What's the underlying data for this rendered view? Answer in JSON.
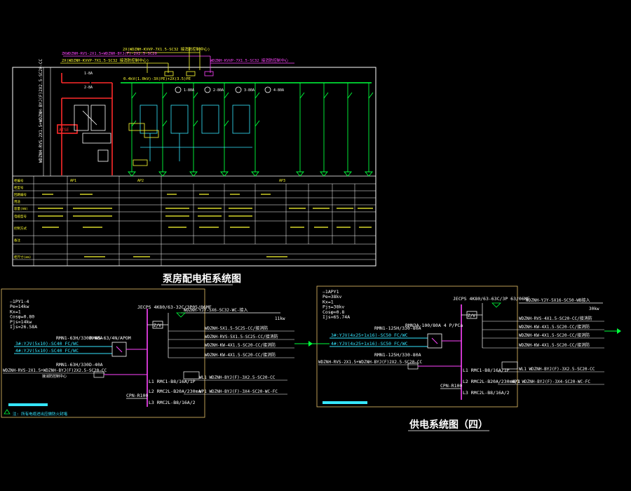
{
  "titles": {
    "pump_room": "泵房配电柜系统图",
    "supply_four": "供电系统图（四）"
  },
  "colors": {
    "background": "#000000",
    "white": "#ffffff",
    "red": "#ff2a2a",
    "green": "#00ff3c",
    "cyan": "#35e6ff",
    "yellow": "#ffff33",
    "magenta": "#ff44ff",
    "gold": "#e9c46a"
  },
  "top": {
    "feeder_vertical": "WDZNH-RVS-2X1.5+WDZNH-BYJ(F)2X2.5-SC20-CC",
    "cable_1": "2X(WDZNH-KVVP-7X1.5-SC32 接消防控制中心)",
    "cable_2": "ZKWDZNH-RVS-2X1.5+WDZNH-BYJ(F)-2X2.5-SC20",
    "cable_3": "2X(WDZNH-KVVP-7X1.5-SC32 接消防控制中心)",
    "cable_4": "WDZNH-KVVP-7X1.5-SC32 接消防控制中心",
    "busbar": "0.4kV(1.0kV)-3X(PE)+2X(3.5)PE",
    "incomer_a": "1-8A",
    "incomer_b": "2-8A",
    "breaker_a": "1-80A",
    "breaker_b": "2-80A",
    "breaker_c": "3-80A",
    "breaker_d": "4-80A",
    "left_box": "ATSE"
  },
  "table": {
    "rows": [
      "柜编号",
      "柜型号",
      "回路编号",
      "用途",
      "容量(kW)",
      "电缆型号",
      "控制方式",
      "备注",
      "柜尺寸(mm)"
    ],
    "cols": [
      "AP1",
      "AP2",
      "AP3"
    ]
  },
  "left_panel": {
    "params": [
      "—1PY1-4",
      "Pe=14kw",
      "Kx=1",
      "Cosφ=0.80",
      "Pjs=14kw",
      "Ijs=26.58A"
    ],
    "main_breaker": "JECPS 4K80/63-32C/3P05/06MF",
    "incoming_top": "WDZNH-YJY-5X6-SC32-WC-接入",
    "incoming_kw": "11kw",
    "rmn_a": "RMN5-63/4N/APOM",
    "rmn_b": "RMN1-63H/330D-40A",
    "rmn_c": "RMN1-63H/330D-40A",
    "supply_a": "3#:YJV(5x10)-SC40 FC/WC",
    "supply_b": "4#:YJV(5x10)-SC40 FC/WC",
    "control": "WDZNH-RVS-2X1.5+WDZNH-BYJ(F)2X2.5-SC20-CC",
    "control_note": "接消防控制中心",
    "out_1": "WDZNH-5X1.5-SC25-CC/接消防",
    "out_2": "WDZNH-RVS-5X1.5-SC25-CC/接消防",
    "out_3": "WDZNH-KW-4X1.5-SC20-CC/接消防",
    "out_4": "WDZNH-KW-4X1.5-SC20-CC/接消防",
    "l1": "L1  RMC1-B8/16A/1P",
    "l2": "L2  RMC2L-B20A/230mA",
    "l3": "L3  RMC2L-B8/16A/2",
    "l1_note": "WL1 WDZNH-BYJ(F)-3X2.5-SC20-CC",
    "l2_note": "WP1 WDZNH-BYJ(F)-3X4-SC20-WC-FC",
    "spd": "CPN-R100",
    "bottom_note": "注: 所有电缆进出应做防火封堵"
  },
  "right_panel": {
    "params": [
      "—1APY1",
      "Pe=38kv",
      "Kx=1",
      "Pjs=38kv",
      "Cosφ=0.8",
      "Ijs=65.74A"
    ],
    "main_breaker": "JECPS 4K80/63-63C/3P 63/06MF",
    "incoming_top": "WDZNH-YJY-5X16-SC50-WB接入",
    "incoming_kw": "30kw",
    "rmn_a": "RMN3A-100/80A 4 P/PCa",
    "rmn_b": "RMN1-125H/330-80A",
    "rmn_c": "RMN1-125H/330-80A",
    "supply_a": "3#:YJV(4x25+1x16)-SC50 FC/WC",
    "supply_b": "4#:YJV(4x25+1x16)-SC50 FC/WC",
    "control": "WDZNH-RVS-2X1.5+WDZNH-BYJ(F)2X2.5-SC20-CC",
    "out_1": "WDZNH-RVS-4X1.5-SC20-CC/接消防",
    "out_2": "WDZNH-KW-4X1.5-SC20-CC/接消防",
    "out_3": "WDZNH-KW-4X1.5-SC20-CC/接消防",
    "out_4": "WDZNH-KW-4X1.5-SC20-CC/接消防",
    "l1": "L1  RMC1-B8/16A/1P",
    "l2": "L2  RMC2L-B20A/230mA/1",
    "l3": "L3  RMC2L-B8/16A/2",
    "l1_note": "WL1 WDZNH-BYJ(F)-3X2.5-SC20-CC",
    "l2_note": "WP1 WDZNH-BYJ(F)-3X4-SC20-WC-FC",
    "spd": "CPN-R100"
  }
}
